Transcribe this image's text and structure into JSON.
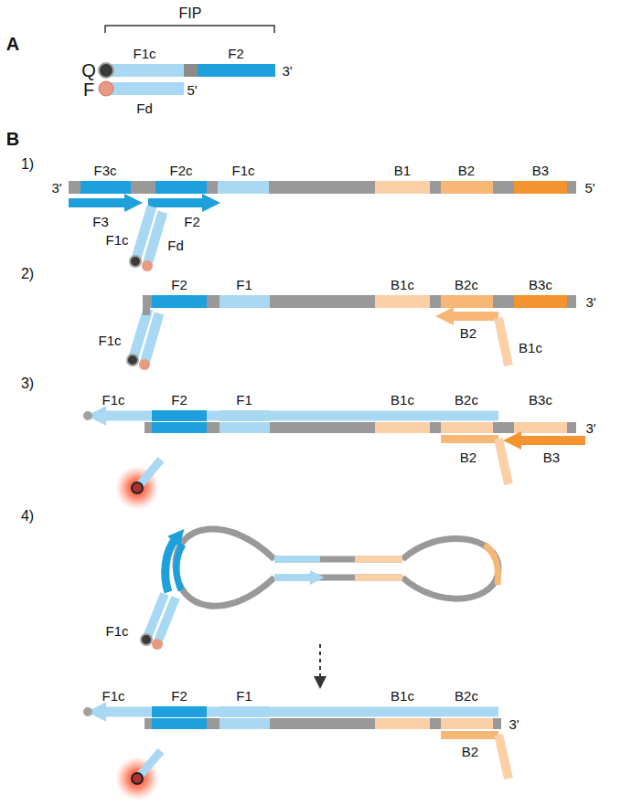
{
  "diagram": {
    "labels": [
      "A",
      "FIP",
      "Q",
      "F",
      "F1c",
      "F2",
      "3'",
      "Fd",
      "5'",
      "B",
      "1)",
      "3'",
      "F3c",
      "F2c",
      "F1c",
      "B1",
      "B2",
      "B3",
      "5'",
      "F3",
      "F2",
      "F1c",
      "Fd",
      "2)",
      "F2",
      "F1",
      "B1c",
      "B2c",
      "B3c",
      "3'",
      "F1c",
      "B2",
      "B1c",
      "3)",
      "F1c",
      "F2",
      "F1",
      "B1c",
      "B2c",
      "B3c",
      "3'",
      "B2",
      "B3",
      "4)",
      "F1c",
      "F1c",
      "F2",
      "F1",
      "B1c",
      "B2c",
      "3'",
      "B2"
    ]
  }
}
